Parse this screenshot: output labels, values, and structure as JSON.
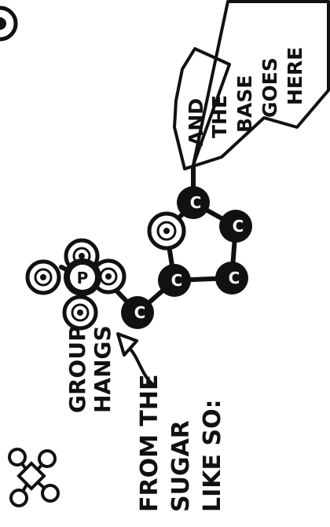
{
  "caption": {
    "line1": "GROUP",
    "line2": "HANGS",
    "line3": "FROM THE",
    "line4": "SUGAR",
    "line5": "LIKE SO:"
  },
  "phosphate_label": "P",
  "carbon_label": "C",
  "bubble": {
    "line1": "AND",
    "line2": "THE",
    "line3": "BASE",
    "line4": "GOES",
    "line5": "HERE"
  }
}
